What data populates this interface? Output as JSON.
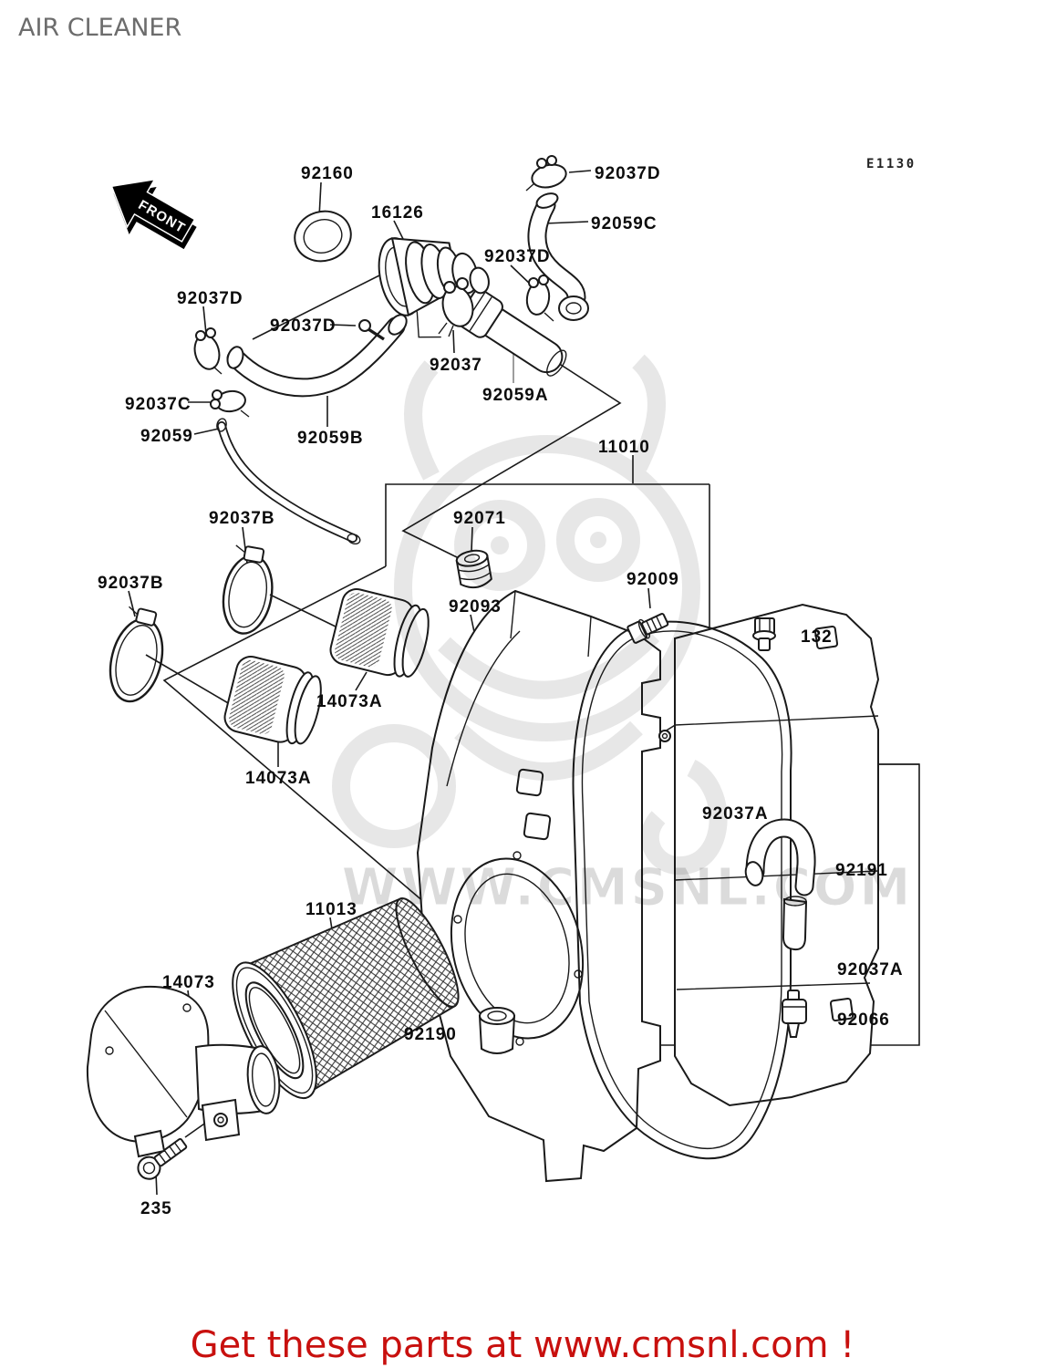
{
  "page_title": "AIR CLEANER",
  "diagram_code": "E1130",
  "front_marker": "FRONT",
  "watermark_text": "WWW.CMSNL.COM",
  "footer_text": "Get these parts at www.cmsnl.com !",
  "part_labels": [
    "92160",
    "16126",
    "92037D",
    "92059C",
    "92037D",
    "92037D",
    "92037D",
    "92037",
    "92059A",
    "92037C",
    "92059",
    "92059B",
    "11010",
    "92037B",
    "92071",
    "92009",
    "92037B",
    "92093",
    "132",
    "14073A",
    "14073A",
    "92037A",
    "92191",
    "11013",
    "92037A",
    "14073",
    "92066",
    "92190",
    "235"
  ]
}
